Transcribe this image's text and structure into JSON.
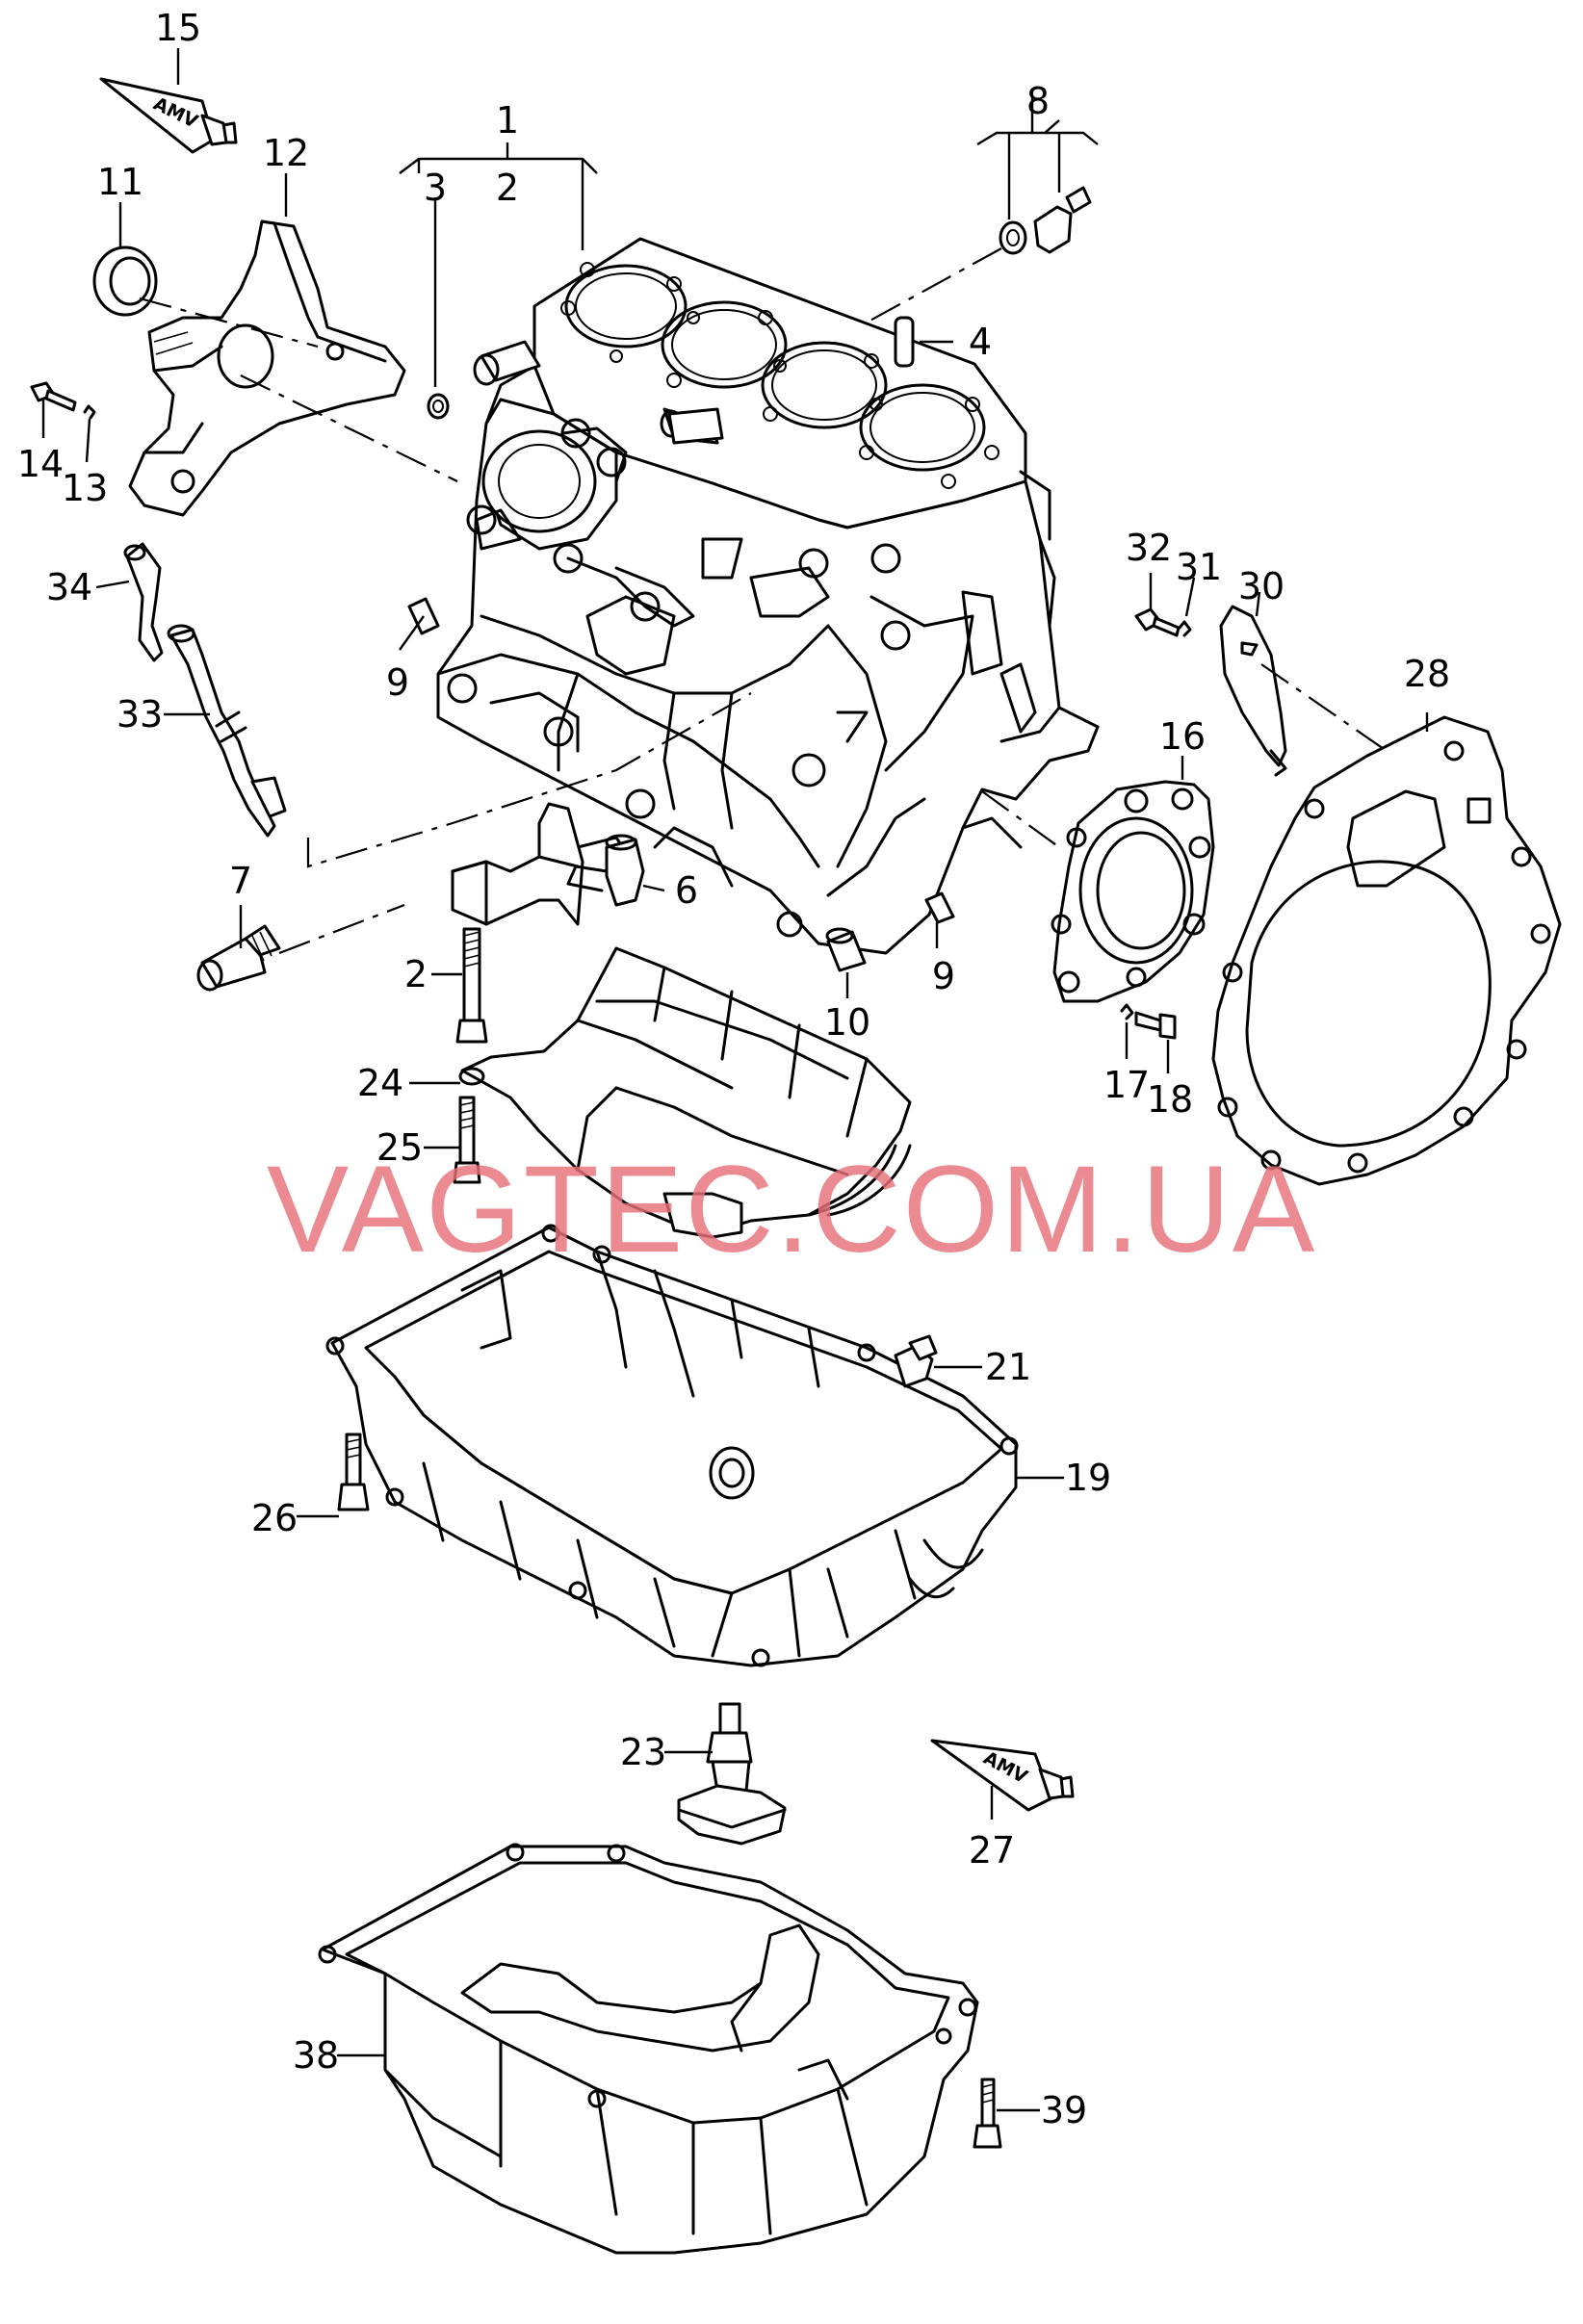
{
  "watermark": "VAGTEC.COM.UA",
  "tube_label": "AMV",
  "callouts": [
    "1",
    "2",
    "3",
    "2",
    "4",
    "6",
    "7",
    "8",
    "9",
    "9",
    "10",
    "11",
    "12",
    "13",
    "14",
    "15",
    "16",
    "17",
    "18",
    "19",
    "21",
    "23",
    "24",
    "25",
    "26",
    "27",
    "28",
    "30",
    "31",
    "32",
    "33",
    "34",
    "38",
    "39"
  ],
  "icons": [
    "cylinder-block",
    "oil-pan-upper",
    "oil-pan-lower",
    "sealant-tube"
  ]
}
